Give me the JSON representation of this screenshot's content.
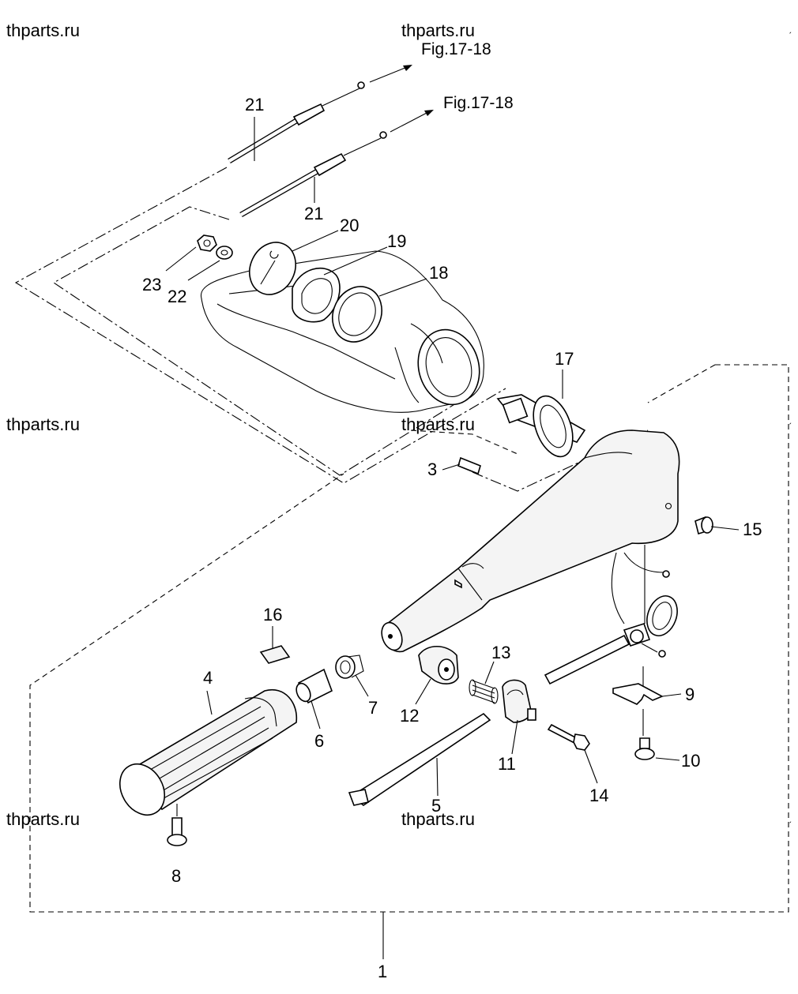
{
  "watermark": "thparts.ru",
  "references": {
    "ref_a": "Fig.17-18",
    "ref_b": "Fig.17-18"
  },
  "labels": {
    "p1": "1",
    "p3": "3",
    "p4": "4",
    "p5": "5",
    "p6": "6",
    "p7": "7",
    "p8": "8",
    "p9": "9",
    "p10": "10",
    "p11": "11",
    "p12": "12",
    "p13": "13",
    "p14": "14",
    "p15": "15",
    "p16": "16",
    "p17": "17",
    "p18": "18",
    "p19": "19",
    "p20": "20",
    "p21a": "21",
    "p21b": "21",
    "p22": "22",
    "p23": "23"
  }
}
